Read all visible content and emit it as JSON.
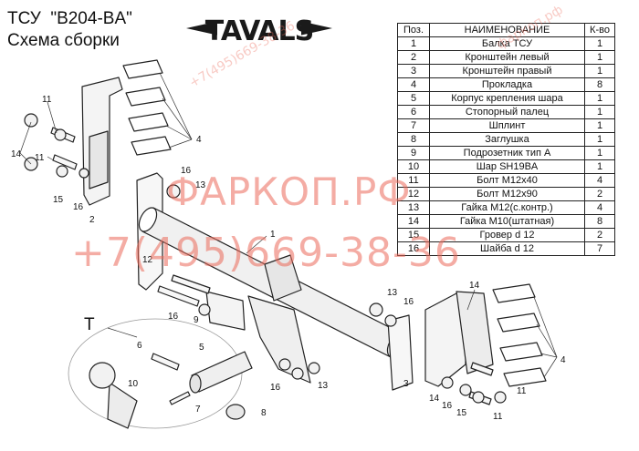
{
  "title_line1": "ТСУ  \"B204-BA\"",
  "title_line2": "Схема сборки",
  "logo_text": "TAVALS",
  "table": {
    "headers": [
      "Поз.",
      "НАИМЕНОВАНИЕ",
      "К-во"
    ],
    "rows": [
      [
        "1",
        "Балка ТСУ",
        "1"
      ],
      [
        "2",
        "Кронштейн левый",
        "1"
      ],
      [
        "3",
        "Кронштейн правый",
        "1"
      ],
      [
        "4",
        "Прокладка",
        "8"
      ],
      [
        "5",
        "Корпус крепления шара",
        "1"
      ],
      [
        "6",
        "Стопорный палец",
        "1"
      ],
      [
        "7",
        "Шплинт",
        "1"
      ],
      [
        "8",
        "Заглушка",
        "1"
      ],
      [
        "9",
        "Подрозетник тип А",
        "1"
      ],
      [
        "10",
        "Шар SH19BA",
        "1"
      ],
      [
        "11",
        "Болт М12х40",
        "4"
      ],
      [
        "12",
        "Болт М12х90",
        "2"
      ],
      [
        "13",
        "Гайка М12(с.контр.)",
        "4"
      ],
      [
        "14",
        "Гайка М10(штатная)",
        "8"
      ],
      [
        "15",
        "Гровер d 12",
        "2"
      ],
      [
        "16",
        "Шайба d 12",
        "7"
      ]
    ]
  },
  "watermark": {
    "brand": "ФАРКОП.РФ",
    "phone": "+7(495)669-38-36",
    "small_site": "фаркоп.рф",
    "small_phone": "+7(495)669-38-36"
  },
  "labels": {
    "n1": "1",
    "n2": "2",
    "n3": "3",
    "n4": "4",
    "n5": "5",
    "n6": "6",
    "n7": "7",
    "n8": "8",
    "n9": "9",
    "n10": "10",
    "n11": "11",
    "n12": "12",
    "n13": "13",
    "n14": "14",
    "n15": "15",
    "n16": "16",
    "t": "T"
  }
}
